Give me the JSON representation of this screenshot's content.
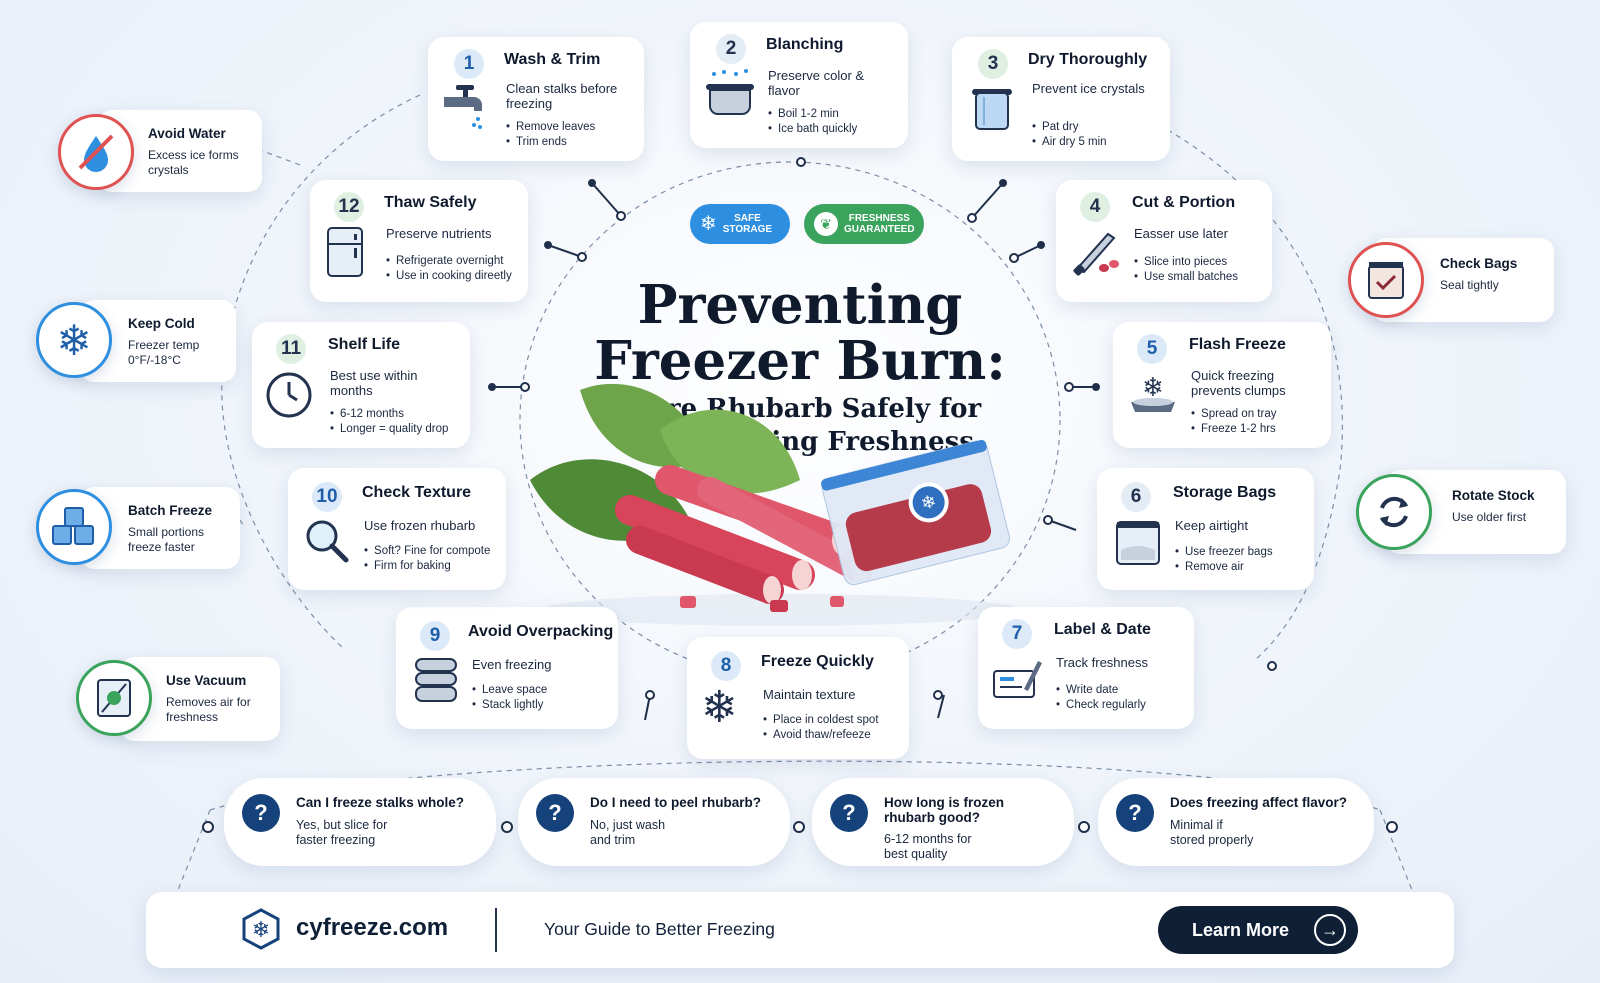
{
  "headline": {
    "line1": "Preventing",
    "line2": "Freezer Burn:",
    "sub1": "Store Rhubarb Safely for",
    "sub2": "Long-Lasting Freshness"
  },
  "badges": [
    {
      "label1": "SAFE",
      "label2": "STORAGE",
      "color": "#2e8fe0",
      "icon": "snowflake-icon"
    },
    {
      "label1": "FRESHNESS",
      "label2": "GUARANTEED",
      "color": "#3aa35c",
      "icon": "leaf-icon"
    }
  ],
  "steps": [
    {
      "num": "1",
      "title": "Wash & Trim",
      "desc": "Clean stalks before freezing",
      "bullets": [
        "Remove leaves",
        "Trim ends"
      ],
      "icon": "faucet-icon"
    },
    {
      "num": "2",
      "title": "Blanching",
      "desc": "Preserve color & flavor",
      "bullets": [
        "Boil 1-2 min",
        "Ice bath quickly"
      ],
      "icon": "pot-icon"
    },
    {
      "num": "3",
      "title": "Dry Thoroughly",
      "desc": "Prevent ice crystals",
      "bullets": [
        "Pat dry",
        "Air dry 5 min"
      ],
      "icon": "towel-icon"
    },
    {
      "num": "4",
      "title": "Cut & Portion",
      "desc": "Easser use later",
      "bullets": [
        "Slice into pieces",
        "Use small batches"
      ],
      "icon": "knife-icon"
    },
    {
      "num": "5",
      "title": "Flash Freeze",
      "desc": "Quick freezing prevents clumps",
      "bullets": [
        "Spread on tray",
        "Freeze 1-2 hrs"
      ],
      "icon": "tray-snowflake-icon"
    },
    {
      "num": "6",
      "title": "Storage Bags",
      "desc": "Keep airtight",
      "bullets": [
        "Use freezer bags",
        "Remove air"
      ],
      "icon": "bag-icon"
    },
    {
      "num": "7",
      "title": "Label & Date",
      "desc": "Track freshness",
      "bullets": [
        "Write date",
        "Check regularly"
      ],
      "icon": "label-pen-icon"
    },
    {
      "num": "8",
      "title": "Freeze Quickly",
      "desc": "Maintain texture",
      "bullets": [
        "Place in coldest spot",
        "Avoid thaw/refeeze"
      ],
      "icon": "snowflake-icon"
    },
    {
      "num": "9",
      "title": "Avoid Overpacking",
      "desc": "Even freezing",
      "bullets": [
        "Leave space",
        "Stack lightly"
      ],
      "icon": "containers-icon"
    },
    {
      "num": "10",
      "title": "Check Texture",
      "desc": "Use frozen rhubarb",
      "bullets": [
        "Soft? Fine for compote",
        "Firm for baking"
      ],
      "icon": "magnifier-icon"
    },
    {
      "num": "11",
      "title": "Shelf Life",
      "desc": "Best use within months",
      "bullets": [
        "6-12 months",
        "Longer = quality drop"
      ],
      "icon": "clock-icon"
    },
    {
      "num": "12",
      "title": "Thaw Safely",
      "desc": "Preserve nutrients",
      "bullets": [
        "Refrigerate overnight",
        "Use in cooking direetly"
      ],
      "icon": "fridge-icon"
    }
  ],
  "side_tips": [
    {
      "title": "Avoid Water",
      "desc": "Excess ice forms crystals",
      "icon": "no-water-icon",
      "ring": "#e05252"
    },
    {
      "title": "Keep Cold",
      "desc": "Freezer temp 0°F/-18°C",
      "icon": "snowflake-icon",
      "ring": "#2e8fe0"
    },
    {
      "title": "Batch Freeze",
      "desc": "Small portions freeze faster",
      "icon": "ice-cubes-icon",
      "ring": "#2e8fe0"
    },
    {
      "title": "Use Vacuum",
      "desc": "Removes air for freshness",
      "icon": "vacuum-bag-icon",
      "ring": "#3aa35c"
    },
    {
      "title": "Check Bags",
      "desc": "Seal tightly",
      "icon": "check-bag-icon",
      "ring": "#e05252"
    },
    {
      "title": "Rotate Stock",
      "desc": "Use older first",
      "icon": "rotate-icon",
      "ring": "#3aa35c"
    }
  ],
  "faqs": [
    {
      "q": "Can I freeze stalks whole?",
      "a": "Yes, but slice for faster freezing"
    },
    {
      "q": "Do I need to peel rhubarb?",
      "a": "No, just wash and trim"
    },
    {
      "q": "How long is frozen rhubarb good?",
      "a": "6-12 months for best quality"
    },
    {
      "q": "Does freezing affect flavor?",
      "a": "Minimal if stored properly"
    }
  ],
  "footer": {
    "brand": "cyfreeze.com",
    "tagline": "Your Guide to Better Freezing",
    "cta": "Learn More",
    "logo_icon": "snowflake-logo-icon",
    "cta_icon": "arrow-right-icon"
  },
  "colors": {
    "navy": "#0f2036",
    "accent_blue": "#2e8fe0",
    "accent_green": "#3aa35c",
    "rhubarb_red": "#e0485a"
  }
}
